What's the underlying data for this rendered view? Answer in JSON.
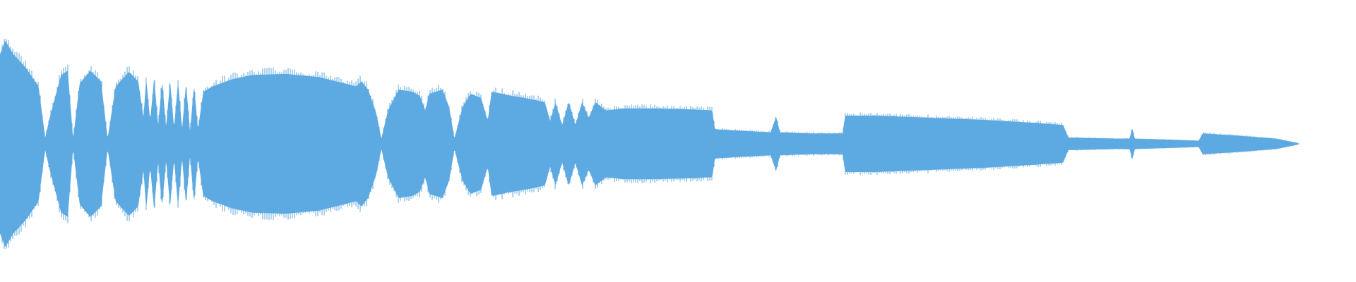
{
  "waveform": {
    "color": "#5DA9E1",
    "background": "#FFFFFF",
    "envelope": [
      [
        0.0,
        0.86
      ],
      [
        0.004,
        0.99
      ],
      [
        0.01,
        0.86
      ],
      [
        0.02,
        0.72
      ],
      [
        0.029,
        0.55
      ],
      [
        0.034,
        0.06
      ],
      [
        0.038,
        0.28
      ],
      [
        0.046,
        0.66
      ],
      [
        0.051,
        0.7
      ],
      [
        0.055,
        0.05
      ],
      [
        0.06,
        0.58
      ],
      [
        0.068,
        0.7
      ],
      [
        0.076,
        0.6
      ],
      [
        0.081,
        0.05
      ],
      [
        0.087,
        0.55
      ],
      [
        0.097,
        0.69
      ],
      [
        0.104,
        0.6
      ],
      [
        0.108,
        0.25
      ],
      [
        0.11,
        0.63
      ],
      [
        0.113,
        0.22
      ],
      [
        0.116,
        0.63
      ],
      [
        0.119,
        0.18
      ],
      [
        0.122,
        0.6
      ],
      [
        0.125,
        0.16
      ],
      [
        0.128,
        0.6
      ],
      [
        0.131,
        0.15
      ],
      [
        0.134,
        0.6
      ],
      [
        0.137,
        0.14
      ],
      [
        0.14,
        0.58
      ],
      [
        0.143,
        0.12
      ],
      [
        0.146,
        0.56
      ],
      [
        0.149,
        0.14
      ],
      [
        0.153,
        0.5
      ],
      [
        0.16,
        0.55
      ],
      [
        0.175,
        0.62
      ],
      [
        0.19,
        0.66
      ],
      [
        0.215,
        0.67
      ],
      [
        0.24,
        0.64
      ],
      [
        0.262,
        0.57
      ],
      [
        0.268,
        0.55
      ],
      [
        0.272,
        0.6
      ],
      [
        0.277,
        0.52
      ],
      [
        0.283,
        0.3
      ],
      [
        0.287,
        0.05
      ],
      [
        0.292,
        0.32
      ],
      [
        0.3,
        0.52
      ],
      [
        0.31,
        0.5
      ],
      [
        0.316,
        0.46
      ],
      [
        0.32,
        0.32
      ],
      [
        0.323,
        0.48
      ],
      [
        0.333,
        0.52
      ],
      [
        0.338,
        0.35
      ],
      [
        0.342,
        0.05
      ],
      [
        0.348,
        0.35
      ],
      [
        0.354,
        0.48
      ],
      [
        0.362,
        0.44
      ],
      [
        0.367,
        0.22
      ],
      [
        0.37,
        0.5
      ],
      [
        0.385,
        0.46
      ],
      [
        0.395,
        0.44
      ],
      [
        0.41,
        0.4
      ],
      [
        0.414,
        0.22
      ],
      [
        0.418,
        0.4
      ],
      [
        0.423,
        0.18
      ],
      [
        0.428,
        0.4
      ],
      [
        0.433,
        0.18
      ],
      [
        0.438,
        0.4
      ],
      [
        0.443,
        0.25
      ],
      [
        0.448,
        0.4
      ],
      [
        0.456,
        0.32
      ],
      [
        0.47,
        0.34
      ],
      [
        0.49,
        0.34
      ],
      [
        0.52,
        0.33
      ],
      [
        0.536,
        0.32
      ],
      [
        0.538,
        0.14
      ],
      [
        0.55,
        0.13
      ],
      [
        0.58,
        0.11
      ],
      [
        0.584,
        0.26
      ],
      [
        0.587,
        0.11
      ],
      [
        0.61,
        0.1
      ],
      [
        0.634,
        0.1
      ],
      [
        0.636,
        0.27
      ],
      [
        0.66,
        0.27
      ],
      [
        0.7,
        0.25
      ],
      [
        0.74,
        0.23
      ],
      [
        0.78,
        0.2
      ],
      [
        0.8,
        0.18
      ],
      [
        0.804,
        0.06
      ],
      [
        0.84,
        0.05
      ],
      [
        0.85,
        0.05
      ],
      [
        0.852,
        0.15
      ],
      [
        0.854,
        0.05
      ],
      [
        0.88,
        0.04
      ],
      [
        0.902,
        0.03
      ],
      [
        0.905,
        0.1
      ],
      [
        0.93,
        0.08
      ],
      [
        0.96,
        0.05
      ],
      [
        0.976,
        0.01
      ],
      [
        0.978,
        0.0
      ]
    ],
    "center_fraction": 0.51,
    "max_amplitude_fraction": 0.37
  }
}
